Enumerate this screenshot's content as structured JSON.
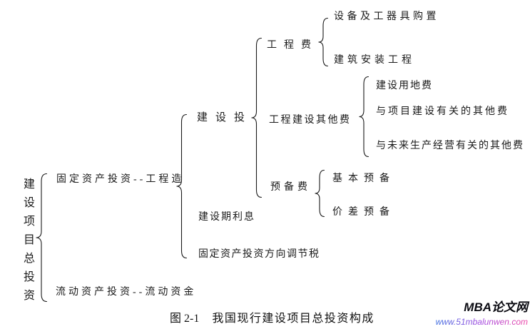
{
  "tree": {
    "root": "建设项目总投资",
    "nodes": {
      "fixed_asset": "固定资产投资--工程造",
      "current_asset": "流动资产投资--流动资金",
      "construction_investment": "建设投",
      "interest_during_construction": "建设期利息",
      "direction_adjustment_tax": "固定资产投资方向调节税",
      "engineering_cost": "工程费",
      "other_construction_cost": "工程建设其他费",
      "reserve_fund": "预备费",
      "equipment_tools_purchase": "设备及工器具购置",
      "construction_installation": "建筑安装工程",
      "construction_land_cost": "建设用地费",
      "project_related_other_cost": "与项目建设有关的其他费",
      "future_operation_other_cost": "与未来生产经营有关的其他费",
      "basic_reserve": "基本预备",
      "price_diff_reserve": "价差预备"
    }
  },
  "caption": {
    "figure_no": "图 2-1",
    "title": "我国现行建设项目总投资构成"
  },
  "watermark": {
    "site_name": "MBA论文网",
    "site_url": "www.51mbalunwen.com",
    "name_color": "#0b0b12",
    "url_colors": [
      "#3f6fe0",
      "#a44ae0",
      "#ef47a6"
    ]
  },
  "colors": {
    "background": "#ffffff",
    "diagram_stroke": "#1a1a1a"
  }
}
